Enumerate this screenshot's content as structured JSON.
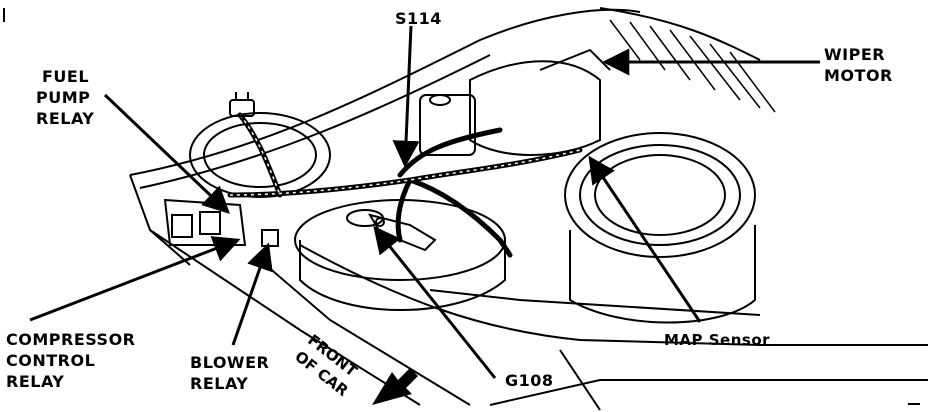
{
  "labels": {
    "s114": "S114",
    "wiper_motor": [
      "WIPER",
      "MOTOR"
    ],
    "fuel_pump_relay": [
      "FUEL",
      "PUMP",
      "RELAY"
    ],
    "compressor_control_relay": [
      "COMPRESSOR",
      "CONTROL",
      "RELAY"
    ],
    "blower_relay": [
      "BLOWER",
      "RELAY"
    ],
    "front_of_car": [
      "FRONT",
      "OF CAR"
    ],
    "g108": "G108",
    "map_sensor": "MAP Sensor"
  },
  "colors": {
    "ink": "#000000",
    "paper": "#ffffff"
  }
}
